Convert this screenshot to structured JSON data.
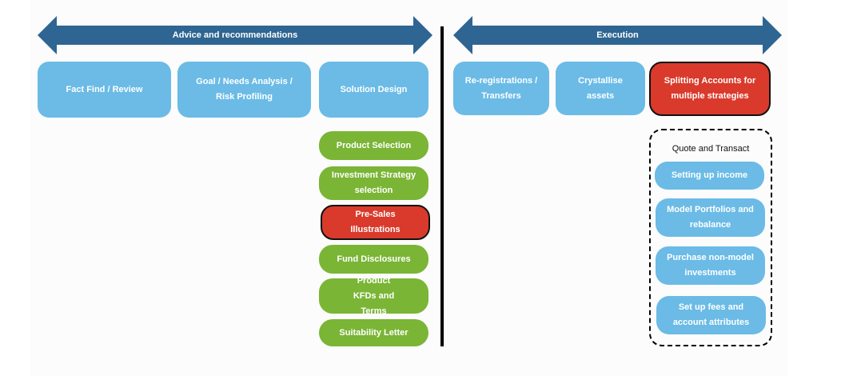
{
  "advice": {
    "arrow_label": "Advice and recommendations",
    "stages": {
      "fact_find": "Fact Find / Review",
      "goal_needs": "Goal / Needs Analysis / Risk Profiling",
      "solution_design": "Solution Design"
    },
    "solution_steps": {
      "product_selection": "Product Selection",
      "investment_strategy": "Investment Strategy selection",
      "pre_sales": "Pre-Sales Illustrations",
      "fund_disclosures": "Fund Disclosures",
      "product_kfds": "Product KFDs and Terms",
      "suitability_letter": "Suitability Letter"
    }
  },
  "execution": {
    "arrow_label": "Execution",
    "stages": {
      "re_registrations": "Re-registrations / Transfers",
      "crystallise": "Crystallise assets",
      "splitting_accounts": "Splitting Accounts for multiple strategies"
    },
    "quote_transact": {
      "title": "Quote and Transact",
      "setting_up_income": "Setting up income",
      "model_portfolios": "Model Portfolios and rebalance",
      "purchase_non_model": "Purchase non-model investments",
      "set_up_fees": "Set up fees and account attributes"
    }
  },
  "colors": {
    "arrow": "#2e6592",
    "stage_blue": "#6bbbe6",
    "step_green": "#7ab535",
    "highlight_red": "#d93a2b",
    "divider": "#000000"
  }
}
